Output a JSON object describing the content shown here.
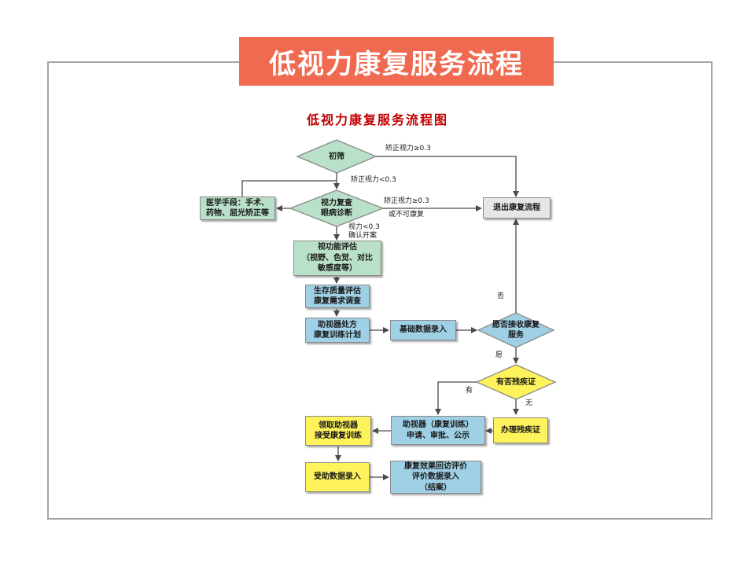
{
  "banner_title": "低视力康复服务流程",
  "chart_title": "低视力康复服务流程图",
  "nodes": {
    "screening": "初筛",
    "recheck": "视力复查\n眼病诊断",
    "medical": "医学手段：手术、\n药物、屈光矫正等",
    "exit": "退出康复流程",
    "function_eval": "视功能评估\n（视野、色觉、对比\n敏感度等）",
    "quality_eval": "生存质量评估\n康复需求调查",
    "prescription": "助视器处方\n康复训练计划",
    "basic_data": "基础数据录入",
    "accept_service": "愿否接收康复\n服务",
    "disability_check": "有否残疾证",
    "apply_disability": "办理残疾证",
    "device_apply": "助视器（康复训练）\n申请、审批、公示",
    "receive_device": "领取助视器\n接受康复训练",
    "aid_data": "受助数据录入",
    "followup": "康复效果回访评价\n评价数据录入\n（结案）"
  },
  "edge_labels": {
    "corrected_ge_1": "矫正视力≥0.3",
    "corrected_lt": "矫正视力<0.3",
    "corrected_ge_2": "矫正视力≥0.3",
    "or_not_rehab": "或不可康复",
    "vision_lt": "视力<0.3\n确认开案",
    "no_refuse": "否",
    "yes_willing": "愿",
    "has": "有",
    "none": "无"
  },
  "colors": {
    "banner": "#ef6a50",
    "title": "#c00000",
    "green": "#b9e0c8",
    "blue": "#9fd0e6",
    "yellow": "#fff35c",
    "grey": "#e6e6e6",
    "frame": "#a6a6a6",
    "line": "#4a4a4a"
  }
}
